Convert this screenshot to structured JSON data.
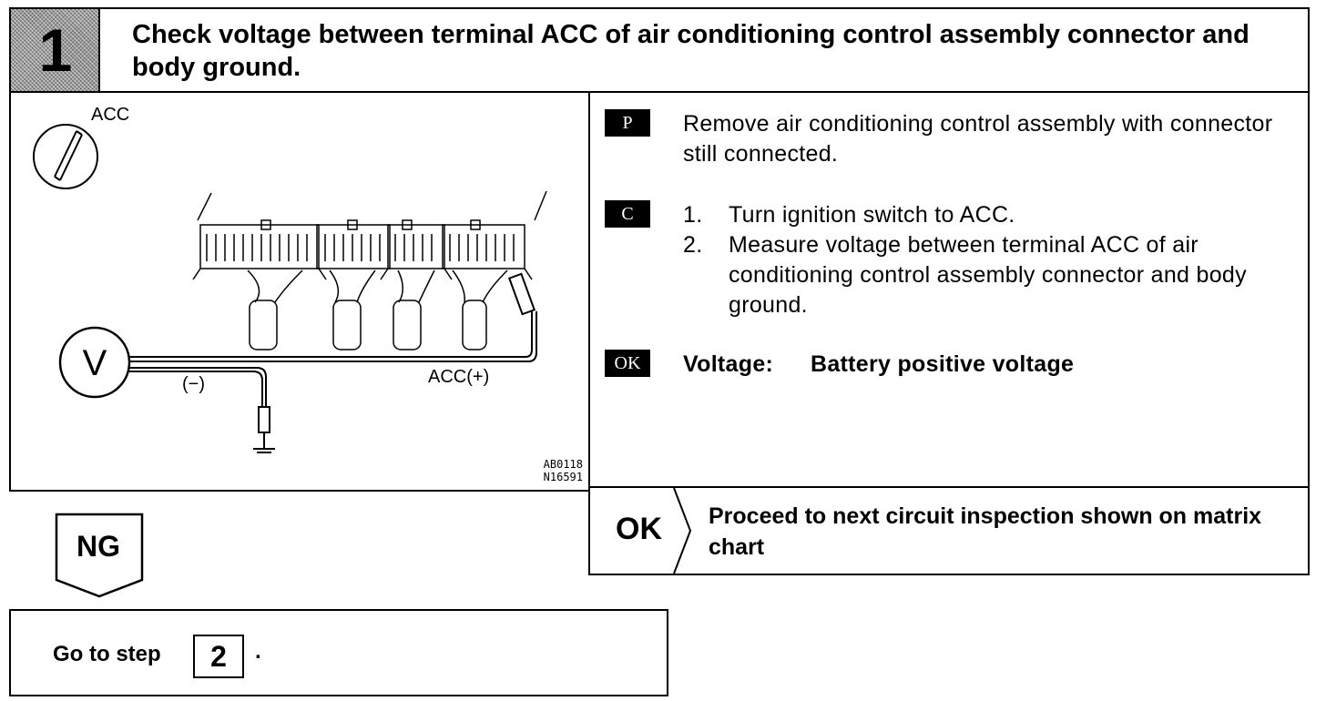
{
  "step": {
    "number": "1",
    "title": "Check voltage between terminal ACC of air conditioning control assembly connector and body ground."
  },
  "figure": {
    "acc_label": "ACC",
    "meter_symbol": "V",
    "neg_probe_label": "(−)",
    "pos_probe_label": "ACC(+)",
    "ref_code_1": "AB0118",
    "ref_code_2": "N16591"
  },
  "instructions": {
    "p_tag": "P",
    "p_text": "Remove air conditioning control assembly with connector still connected.",
    "c_tag": "C",
    "c_items": [
      {
        "num": "1.",
        "text": "Turn ignition switch to ACC."
      },
      {
        "num": "2.",
        "text": "Measure voltage between terminal ACC of air conditioning control assembly connector and body ground."
      }
    ],
    "ok_tag": "OK",
    "ok_label": "Voltage:",
    "ok_value": "Battery positive voltage"
  },
  "ok_result": {
    "label": "OK",
    "text": "Proceed to next circuit inspection shown on matrix chart"
  },
  "ng_result": {
    "label": "NG",
    "go_text": "Go to step",
    "go_step": "2",
    "go_suffix": "."
  }
}
